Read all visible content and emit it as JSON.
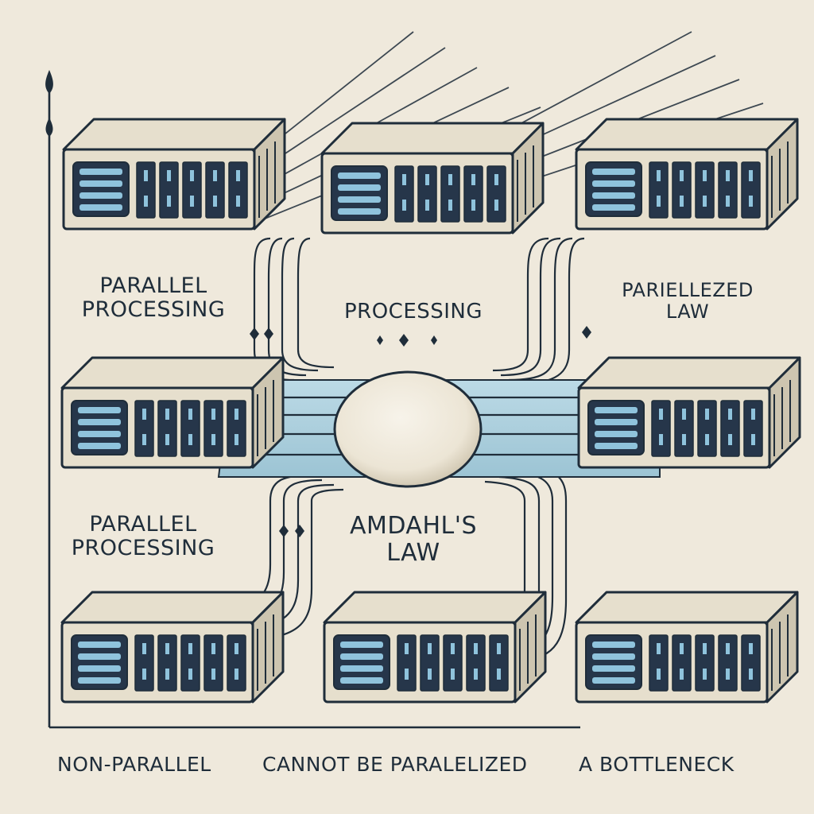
{
  "palette": {
    "paper": "#efe9dc",
    "ink": "#1f2d3a",
    "server_body": "#e6dfcd",
    "server_front": "#cdc5b0",
    "bay_fill": "#26364a",
    "led_blue": "#8fc3dc",
    "bus_blue": "#aed0de"
  },
  "icons": {
    "server": "server-rack-icon",
    "hub": "central-processor-orb-icon",
    "axis_arrow": "arrow-up-icon",
    "connector": "diamond-connector-icon"
  },
  "labels": {
    "top_left": [
      "PARALLEL",
      "PROCESSING"
    ],
    "top_center": [
      "PROCESSING"
    ],
    "top_right": [
      "PARIELLEZED",
      "LAW"
    ],
    "mid_left": [
      "PARALLEL",
      "PROCESSING"
    ],
    "center": [
      "AMDAHL'S",
      "LAW"
    ],
    "bottom_left": "NON-PARALLEL",
    "bottom_center": "CANNOT BE PARALELIZED",
    "bottom_right": "A BOTTLENECK"
  }
}
